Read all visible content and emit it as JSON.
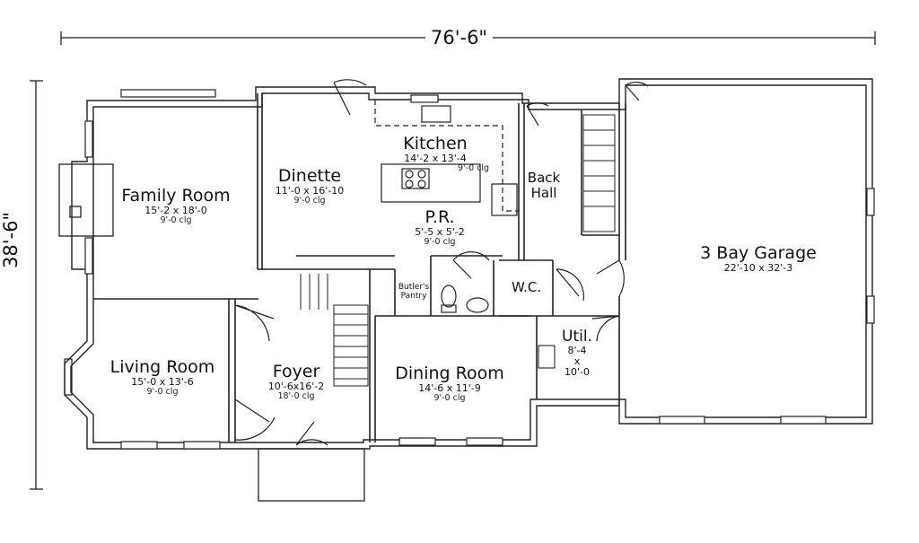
{
  "dimensions": {
    "width": "76'-6\"",
    "depth": "38'-6\""
  },
  "rooms": {
    "family": {
      "name": "Family Room",
      "dims": "15'-2 x 18'-0",
      "clg": "9'-0 clg"
    },
    "dinette": {
      "name": "Dinette",
      "dims": "11'-0 x 16'-10",
      "clg": "9'-0 clg"
    },
    "kitchen": {
      "name": "Kitchen",
      "dims": "14'-2 x 13'-4",
      "clg": "9'-0 clg"
    },
    "pr": {
      "name": "P.R.",
      "dims": "5'-5 x 5'-2",
      "clg": "9'-0 clg"
    },
    "backhall": {
      "name_line1": "Back",
      "name_line2": "Hall"
    },
    "wc": {
      "name": "W.C."
    },
    "butlers": {
      "line1": "Butler's",
      "line2": "Pantry"
    },
    "living": {
      "name": "Living Room",
      "dims": "15'-0 x 13'-6",
      "clg": "9'-0 clg"
    },
    "foyer": {
      "name": "Foyer",
      "dims": "10'-6x16'-2",
      "clg": "18'-0 clg"
    },
    "dining": {
      "name": "Dining Room",
      "dims": "14'-6 x 11'-9",
      "clg": "9'-0 clg"
    },
    "util": {
      "name": "Util.",
      "dims_line1": "8'-4",
      "dims_line2": "x",
      "dims_line3": "10'-0"
    },
    "garage": {
      "name": "3 Bay Garage",
      "dims": "22'-10 x 32'-3"
    }
  }
}
